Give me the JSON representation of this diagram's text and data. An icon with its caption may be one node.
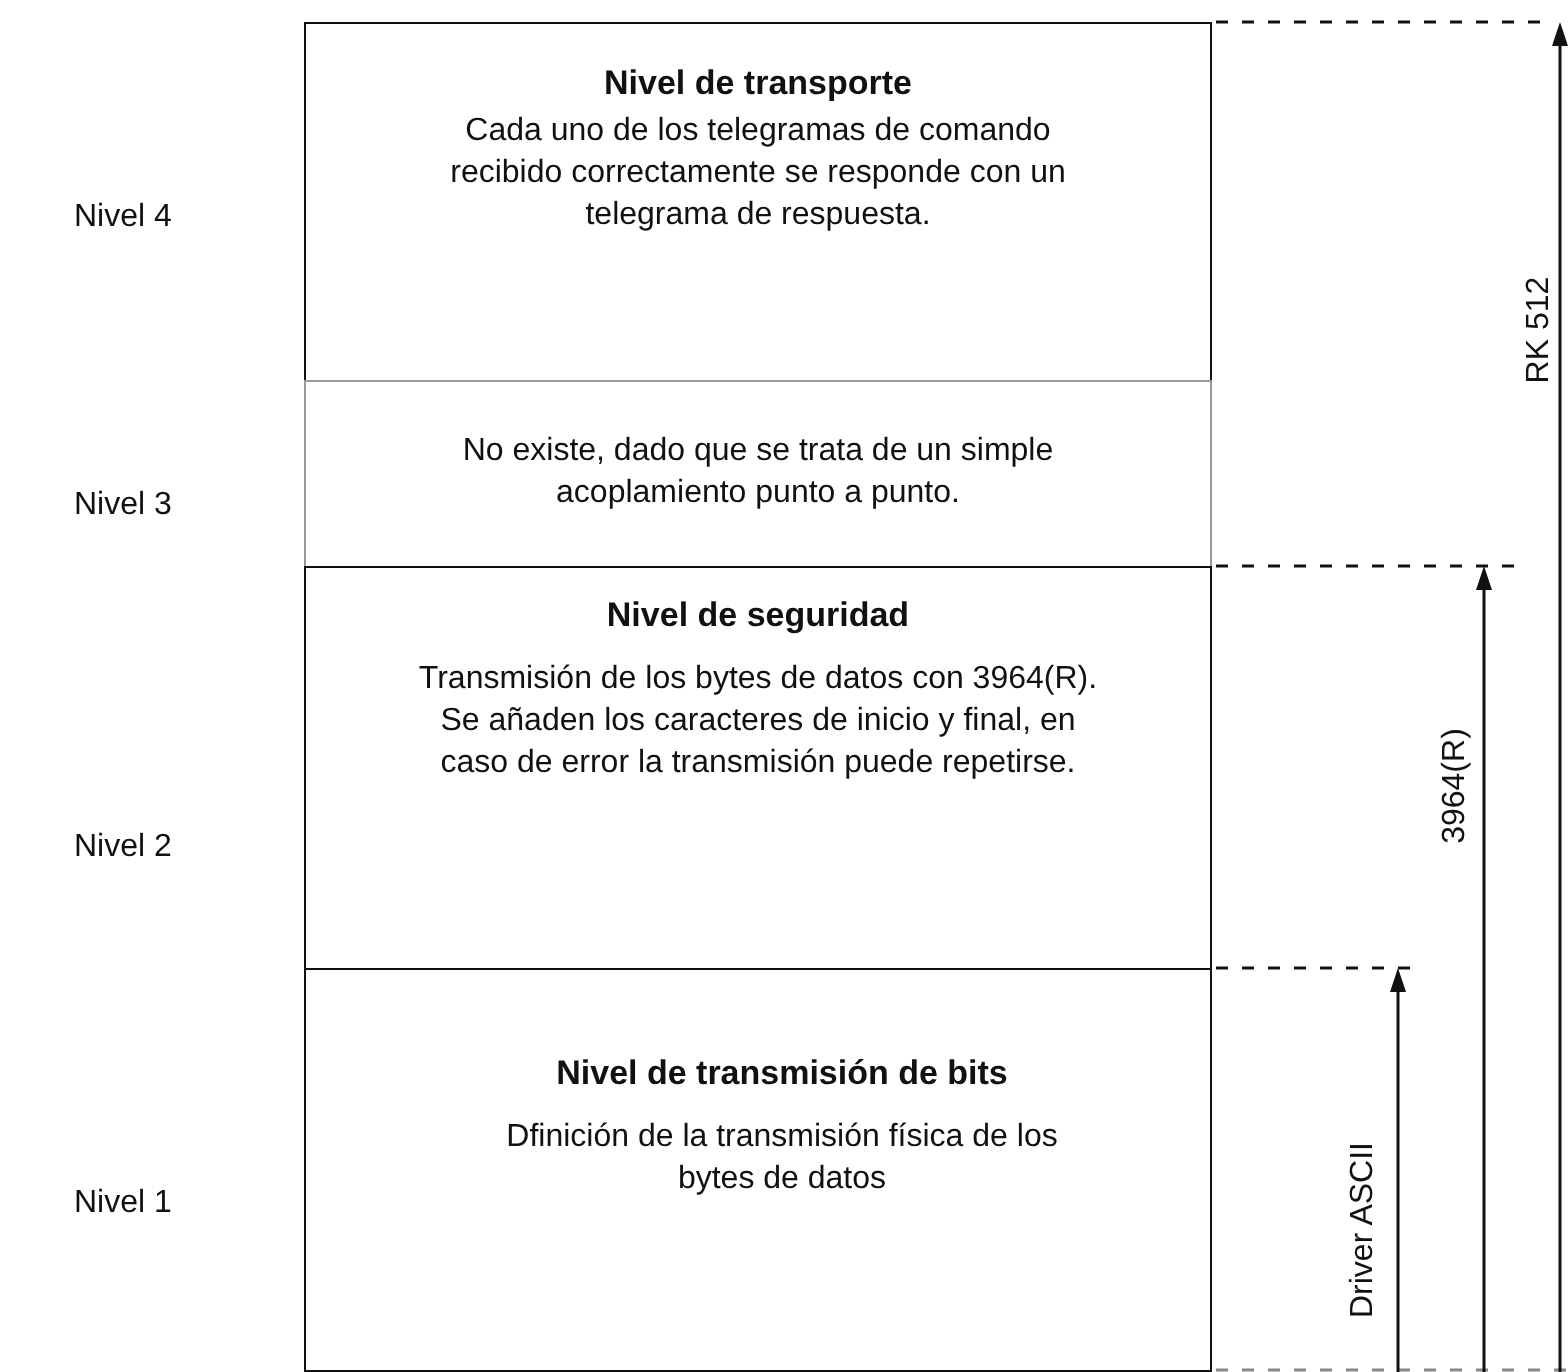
{
  "diagram": {
    "nodes": [
      {
        "text": [
          "Nivel de transporte",
          "Cada uno de los telegramas de comando recibido correctamente se responde con un telegrama de respuesta."
        ]
      },
      {
        "text": [
          "No existe, dado que se trata de un simple acoplamiento punto a punto."
        ]
      },
      {
        "text": [
          "Nivel de seguridad",
          "Transmisión de los bytes de datos con 3964(R). Se añaden los caracteres de inicio y final, en caso de error la transmisión puede repetirse."
        ]
      },
      {
        "text": [
          "Nivel de transmisión de bits",
          "Dfinición de la transmisión física de los bytes de datos"
        ]
      }
    ],
    "labels": [
      "Nivel 4",
      "RK 512",
      "Nivel 3",
      "Nivel 2",
      "3964(R)",
      "Nivel 1",
      "Driver ASCII"
    ]
  }
}
